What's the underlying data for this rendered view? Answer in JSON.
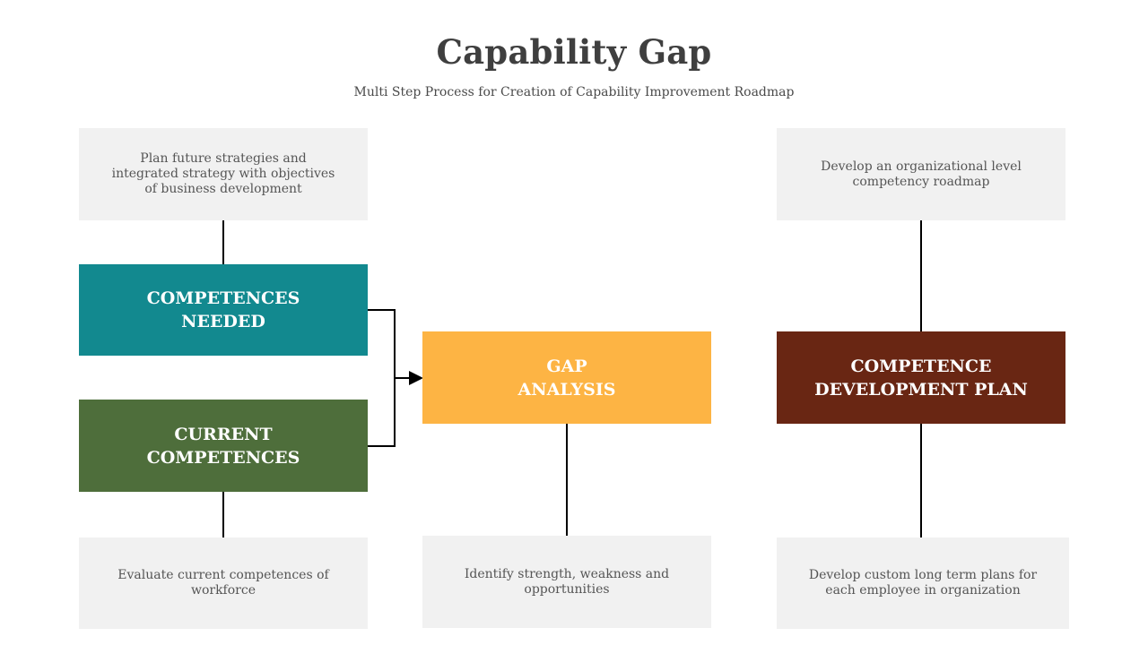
{
  "title": "Capability Gap",
  "subtitle": "Multi Step Process for Creation of Capability Improvement Roadmap",
  "colors": {
    "competences_needed": "#12898f",
    "current_competences": "#4e6e3b",
    "gap_analysis": "#fdb444",
    "development_plan": "#692613",
    "note_background": "#f1f1f1",
    "connector": "#000000"
  },
  "steps": {
    "competences_needed": "COMPETENCES\nNEEDED",
    "current_competences": "CURRENT\nCOMPETENCES",
    "gap_analysis": "GAP\nANALYSIS",
    "development_plan": "COMPETENCE\nDEVELOPMENT  PLAN"
  },
  "notes": {
    "plan_future": "Plan future strategies and\nintegrated strategy with objectives\nof business development",
    "evaluate_current": "Evaluate current competences of\nworkforce",
    "identify_strength": "Identify strength, weakness and\nopportunities",
    "develop_roadmap": "Develop an organizational level\ncompetency roadmap",
    "develop_custom": "Develop custom long term plans for\neach employee in organization"
  }
}
